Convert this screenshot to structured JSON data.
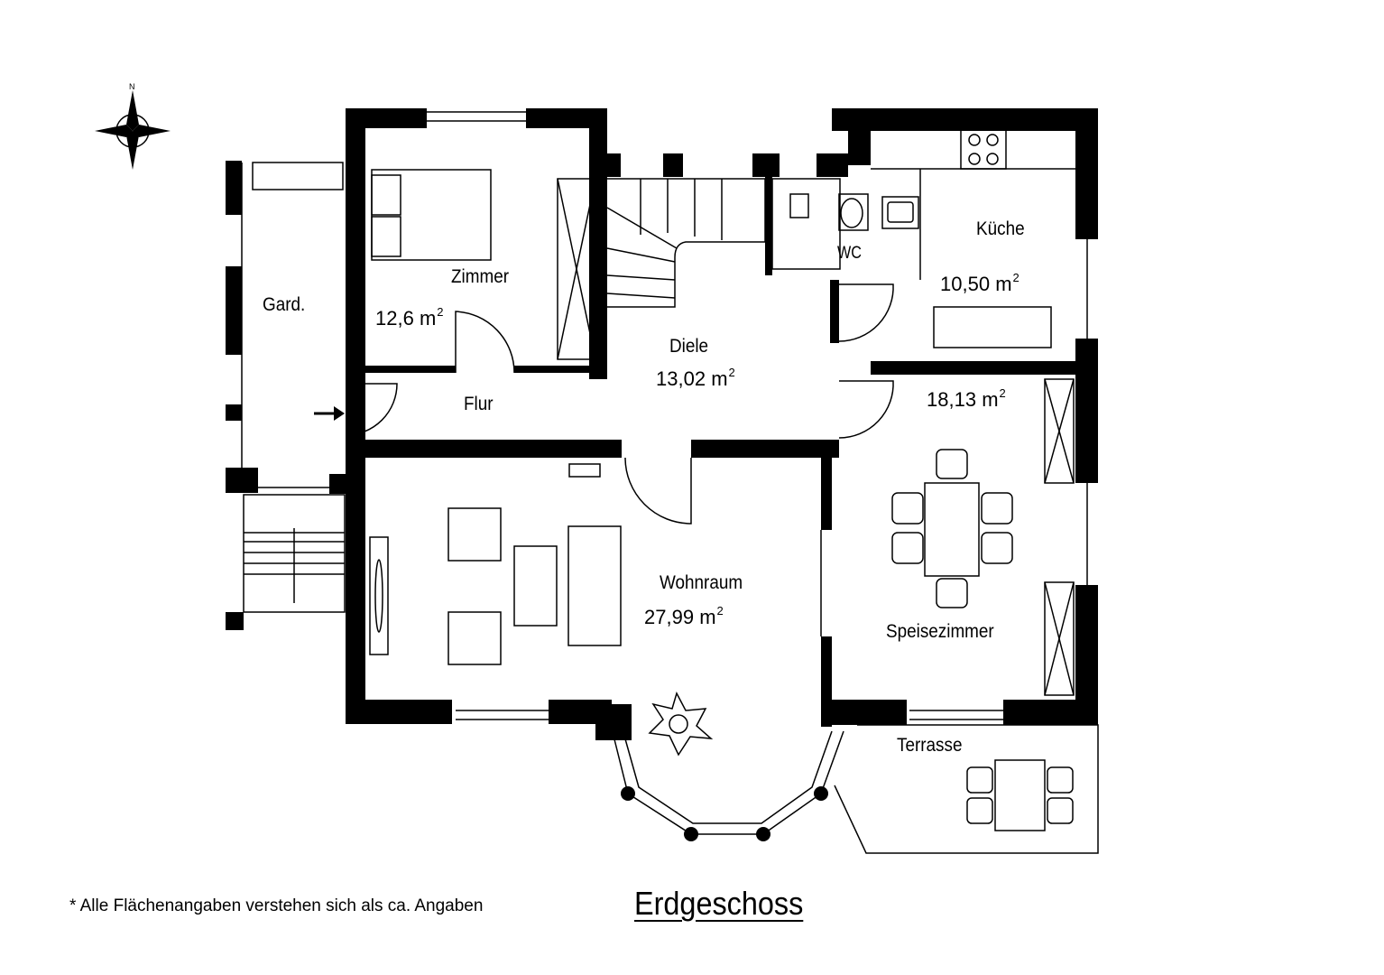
{
  "plan": {
    "title": "Erdgeschoss",
    "footnote": "* Alle Flächenangaben verstehen sich als ca. Angaben",
    "compass_label": "N",
    "area_unit": "m",
    "area_unit_exp": "2",
    "rooms": {
      "gard": {
        "name": "Gard."
      },
      "zimmer": {
        "name": "Zimmer",
        "area": "12,6"
      },
      "diele": {
        "name": "Diele",
        "area": "13,02"
      },
      "flur": {
        "name": "Flur"
      },
      "wc": {
        "name": "WC"
      },
      "kueche": {
        "name": "Küche",
        "area": "10,50"
      },
      "speisezimmer": {
        "name": "Speisezimmer",
        "area": "18,13"
      },
      "wohnraum": {
        "name": "Wohnraum",
        "area": "27,99"
      },
      "terrasse": {
        "name": "Terrasse"
      }
    },
    "icons": [
      "compass-rose-icon",
      "entrance-arrow-icon",
      "plant-icon",
      "kitchen-stove-icon",
      "sink-icon",
      "toilet-icon",
      "fireplace-icon",
      "bed-icon",
      "staircase-icon"
    ],
    "colors": {
      "wall": "#000000",
      "line": "#000000",
      "background": "#ffffff"
    }
  }
}
